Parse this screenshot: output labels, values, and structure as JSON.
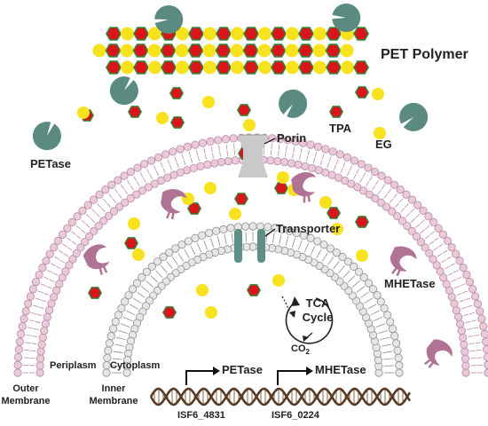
{
  "labels": {
    "pet_polymer": "PET Polymer",
    "tpa": "TPA",
    "eg": "EG",
    "petase": "PETase",
    "porin": "Porin",
    "transporter": "Transporter",
    "mhetase": "MHETase",
    "tca_line1": "TCA",
    "tca_line2": "Cycle",
    "co2": "CO",
    "co2_sub": "2",
    "periplasm": "Periplasm",
    "cytoplasm": "Cytoplasm",
    "outer_line1": "Outer",
    "outer_line2": "Membrane",
    "inner_line1": "Inner",
    "inner_line2": "Membrane",
    "gene_petase": "PETase",
    "gene_mhetase": "MHETase",
    "locus_1": "ISF6_4831",
    "locus_2": "ISF6_0224"
  },
  "colors": {
    "tpa_red": "#d9141b",
    "tpa_green": "#2e8b3a",
    "eg_yellow": "#f8e21d",
    "petase_teal": "#5b8b80",
    "mhetase_mauve": "#b07394",
    "outer_lipid": "#eac9d9",
    "inner_lipid": "#cfcfcf",
    "transporter": "#5e8f84",
    "porin": "#c9c9c9",
    "dna_brown": "#5a3a22"
  },
  "icons": [
    "petase-enzyme-icon",
    "mhetase-enzyme-icon",
    "tpa-molecule-icon",
    "eg-molecule-icon",
    "porin-icon",
    "transporter-icon",
    "dna-helix-icon",
    "promoter-arrow-icon"
  ]
}
